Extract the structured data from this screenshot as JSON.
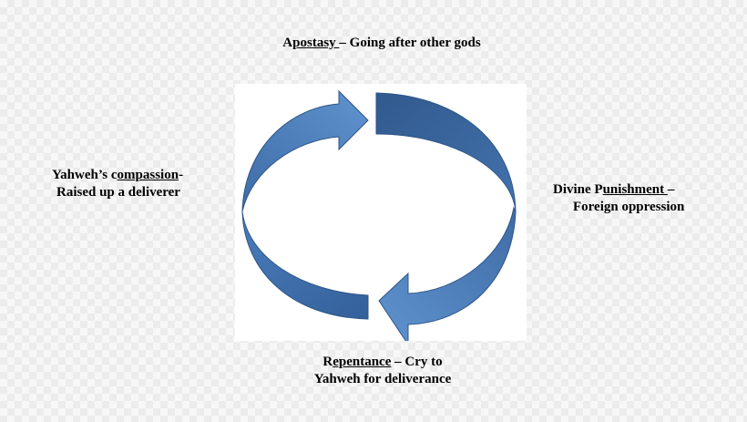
{
  "stages": {
    "apostasy": {
      "prefix": "A",
      "underlined": "postasy ",
      "suffix": "– Going after other gods"
    },
    "punishment": {
      "line1_prefix": "Divine P",
      "line1_underlined": "unishment ",
      "line1_suffix": "–",
      "line2": "Foreign oppression"
    },
    "repentance": {
      "line1_prefix": "R",
      "line1_underlined": "epentance",
      "line1_suffix": " – Cry to",
      "line2": "Yahweh for deliverance"
    },
    "compassion": {
      "line1_prefix": "Yahweh’s c",
      "line1_underlined": "ompassion",
      "line1_suffix": "-",
      "line2": "Raised up a deliverer"
    }
  },
  "colors": {
    "arrow_light": "#5a8dc8",
    "arrow_dark": "#3b659b",
    "arrow_edge": "#2f5687",
    "panel": "#ffffff"
  }
}
